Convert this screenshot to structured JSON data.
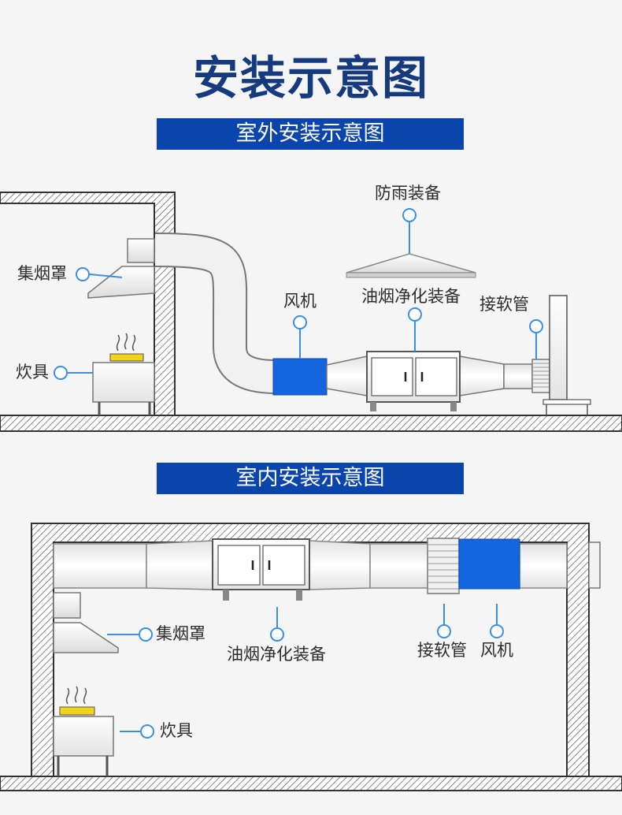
{
  "title": "安装示意图",
  "outdoor": {
    "banner": "室外安装示意图",
    "labels": {
      "hood": "集烟罩",
      "stove": "炊具",
      "fan": "风机",
      "purifier": "油烟净化装备",
      "rain_cover": "防雨装备",
      "soft_pipe": "接软管"
    }
  },
  "indoor": {
    "banner": "室内安装示意图",
    "labels": {
      "hood": "集烟罩",
      "stove": "炊具",
      "purifier": "油烟净化装备",
      "soft_pipe": "接软管",
      "fan": "风机"
    }
  },
  "colors": {
    "title": "#163a7e",
    "banner": "#0a44ad",
    "fan": "#1565e0",
    "callout": "#3a8ee6",
    "wall_stroke": "#333333"
  }
}
